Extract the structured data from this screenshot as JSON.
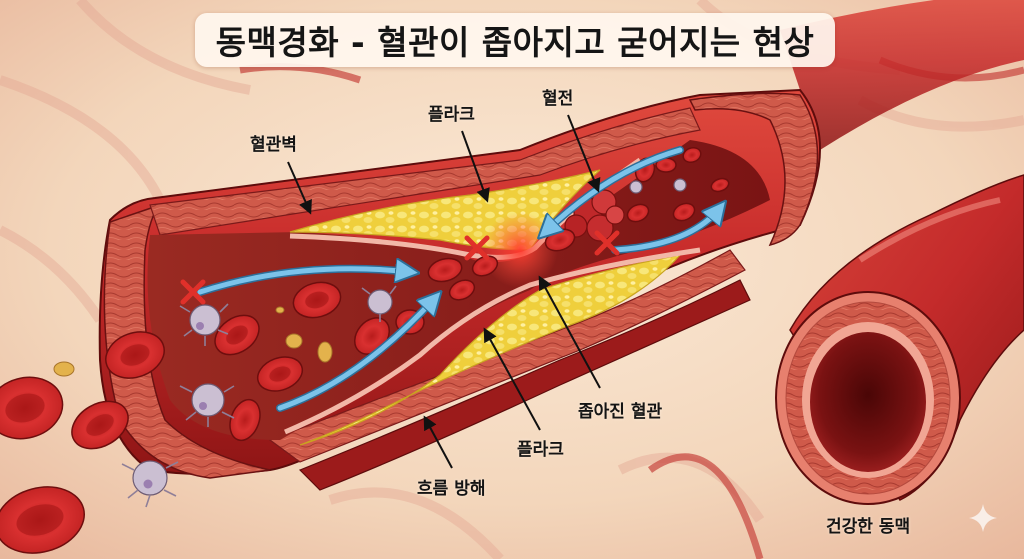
{
  "title": "동맥경화 - 혈관이 좁아지고 굳어지는 현상",
  "labels": {
    "vessel_wall": "혈관벽",
    "plaque_top": "플라크",
    "thrombus": "혈전",
    "narrowed_vessel": "좁아진 혈관",
    "plaque_bottom": "플라크",
    "flow_obstruction": "흐름 방해",
    "healthy_artery": "건강한 동맥"
  },
  "colors": {
    "background": "#f3dcc4",
    "vessel_red": "#c62a2a",
    "vessel_dark": "#8e1515",
    "plaque_yellow": "#f2d64a",
    "flow_arrow_blue": "#7cc3ea",
    "blocked_x_red": "#e0302a",
    "rbc_red": "#d42a2a",
    "platelet_lilac": "#c9bccf"
  },
  "markers": {
    "blocked_flow_count": 3,
    "flow_arrow_count": 4
  },
  "icons": {
    "blocked": "x-mark-icon",
    "flow": "flow-arrow-icon",
    "watermark": "sparkle-icon"
  }
}
